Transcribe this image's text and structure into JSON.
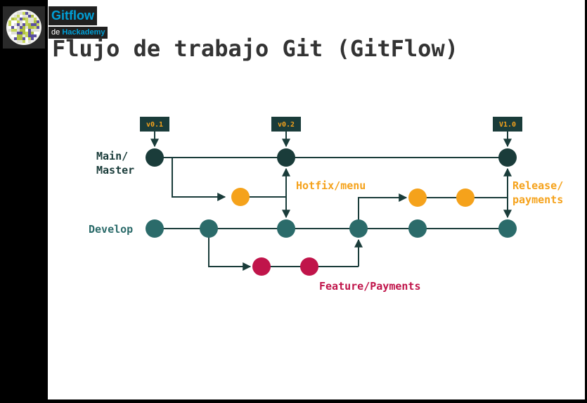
{
  "header": {
    "title": "Gitflow",
    "subtitle_prefix": "de",
    "subtitle_brand": "Hackademy"
  },
  "slide": {
    "title": "Flujo de trabajo Git (GitFlow)"
  },
  "diagram": {
    "tags": [
      "v0.1",
      "v0.2",
      "V1.0"
    ],
    "branches": {
      "main": "Main/\nMaster",
      "develop": "Develop",
      "hotfix": "Hotfix/menu",
      "release": "Release/\npayments",
      "feature": "Feature/Payments"
    },
    "colors": {
      "main": "#1a3c3a",
      "develop": "#2b6b6a",
      "hotfix": "#f5a21b",
      "release": "#f5a21b",
      "feature": "#c0144a",
      "tag_bg": "#1a3c3a",
      "tag_text": "#f5a21b",
      "line": "#1a3c3a"
    }
  }
}
